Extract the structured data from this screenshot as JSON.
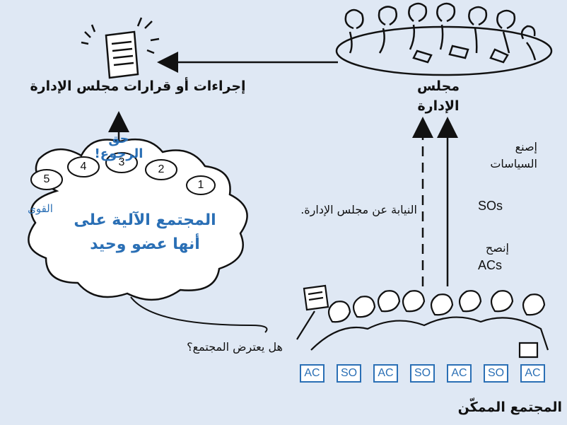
{
  "labels": {
    "board_actions": "إجراءات أو قرارات مجلس الإدارة",
    "board": "مجلس الإدارة",
    "right_of_appeal": "حق الرجوع!",
    "powers": "القوى",
    "community_title": "المجتمع الآلية على أنها عضو وحيد",
    "delegation": "النيابة عن مجلس الإدارة.",
    "policy_making": "إصنع السياسات",
    "sos": "SOs",
    "advice": "إنصح",
    "acs": "ACs",
    "community_objects": "هل يعترض المجتمع؟",
    "empowered_community": "المجتمع الممكّن"
  },
  "power_numbers": [
    "1",
    "2",
    "3",
    "4",
    "5"
  ],
  "members": [
    "AC",
    "SO",
    "AC",
    "SO",
    "AC",
    "SO",
    "AC"
  ],
  "colors": {
    "accent": "#2a6fb5",
    "background": "#dfe8f4"
  }
}
